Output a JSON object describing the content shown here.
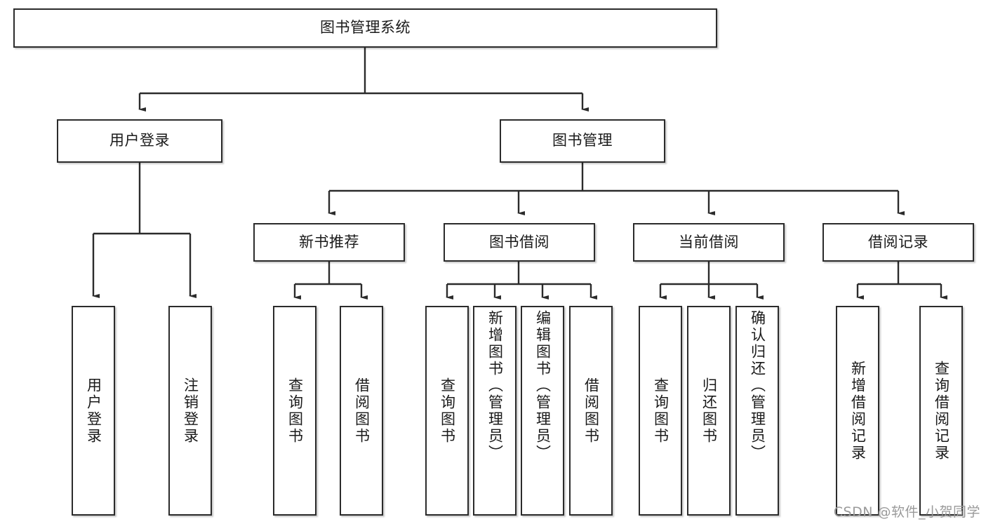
{
  "diagram": {
    "type": "tree-hierarchy",
    "title": "图书管理系统",
    "root": {
      "id": "root",
      "label": "图书管理系统"
    },
    "level2": [
      {
        "id": "user-login",
        "label": "用户登录"
      },
      {
        "id": "book-management",
        "label": "图书管理"
      }
    ],
    "level3": [
      {
        "id": "new-book-recommend",
        "label": "新书推荐",
        "parent": "book-management"
      },
      {
        "id": "book-borrow",
        "label": "图书借阅",
        "parent": "book-management"
      },
      {
        "id": "current-borrow",
        "label": "当前借阅",
        "parent": "book-management"
      },
      {
        "id": "borrow-record",
        "label": "借阅记录",
        "parent": "book-management"
      }
    ],
    "leaves": [
      {
        "id": "leaf-user-login",
        "label": "用户登录",
        "parent": "user-login"
      },
      {
        "id": "leaf-logout",
        "label": "注销登录",
        "parent": "user-login"
      },
      {
        "id": "leaf-query-book-1",
        "label": "查询图书",
        "parent": "new-book-recommend"
      },
      {
        "id": "leaf-borrow-book-1",
        "label": "借阅图书",
        "parent": "new-book-recommend"
      },
      {
        "id": "leaf-query-book-2",
        "label": "查询图书",
        "parent": "book-borrow"
      },
      {
        "id": "leaf-add-book",
        "label": "新增图书（管理员）",
        "parent": "book-borrow"
      },
      {
        "id": "leaf-edit-book",
        "label": "编辑图书（管理员）",
        "parent": "book-borrow"
      },
      {
        "id": "leaf-borrow-book-2",
        "label": "借阅图书",
        "parent": "book-borrow"
      },
      {
        "id": "leaf-query-book-3",
        "label": "查询图书",
        "parent": "current-borrow"
      },
      {
        "id": "leaf-return-book",
        "label": "归还图书",
        "parent": "current-borrow"
      },
      {
        "id": "leaf-confirm-return",
        "label": "确认归还（管理员）",
        "parent": "current-borrow"
      },
      {
        "id": "leaf-add-record",
        "label": "新增借阅记录",
        "parent": "borrow-record"
      },
      {
        "id": "leaf-query-record",
        "label": "查询借阅记录",
        "parent": "borrow-record"
      }
    ],
    "colors": {
      "box_border": "#2b2b2b",
      "box_fill": "#ffffff",
      "connector": "#2b2b2b",
      "text": "#1a1a1a",
      "watermark": "#9a9a9a",
      "background": "#ffffff"
    }
  },
  "watermark": {
    "text": "CSDN @软件_小贺同学"
  }
}
